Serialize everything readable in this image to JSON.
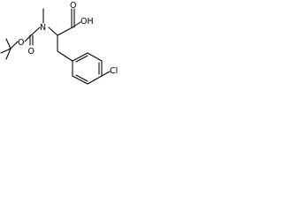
{
  "molecule": {
    "labels": {
      "o_boc_carbonyl": "O",
      "o_boc_ester": "O",
      "n_amine": "N",
      "o_acid_carbonyl": "O",
      "oh_acid": "OH",
      "cl_para": "Cl"
    },
    "colors": {
      "bond": "#000000",
      "label": "#000000",
      "background": "#ffffff"
    }
  }
}
